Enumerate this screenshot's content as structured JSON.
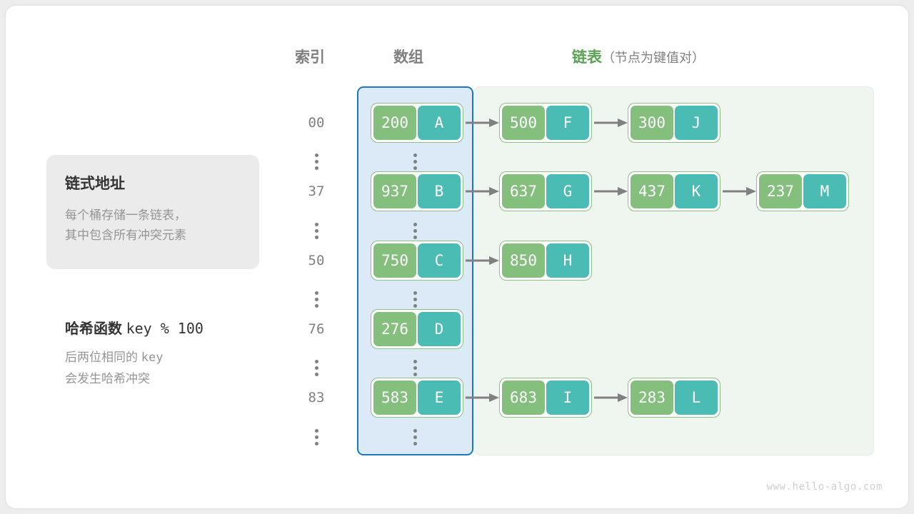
{
  "headers": {
    "index": "索引",
    "array": "数组",
    "list_main": "链表",
    "list_sub": "（节点为键值对）"
  },
  "note": {
    "title": "链式地址",
    "line1": "每个桶存储一条链表，",
    "line2": "其中包含所有冲突元素"
  },
  "hash": {
    "title_label": "哈希函数",
    "title_expr": "key % 100",
    "line1_a": "后两位相同的",
    "line1_b": "key",
    "line2": "会发生哈希冲突"
  },
  "colors": {
    "array_fill": "#dceaf7",
    "array_border": "#1b79c4",
    "list_fill": "#eff6ef",
    "node_border": "#8cc182",
    "key_fill": "#84bf7d",
    "value_fill": "#4bbcb4",
    "arrow": "#808080",
    "accent_green": "#5aa254",
    "muted_text": "#808080"
  },
  "buckets": [
    {
      "index": "00",
      "nodes": [
        {
          "key": "200",
          "value": "A"
        },
        {
          "key": "500",
          "value": "F"
        },
        {
          "key": "300",
          "value": "J"
        }
      ]
    },
    {
      "index": "37",
      "nodes": [
        {
          "key": "937",
          "value": "B"
        },
        {
          "key": "637",
          "value": "G"
        },
        {
          "key": "437",
          "value": "K"
        },
        {
          "key": "237",
          "value": "M"
        }
      ]
    },
    {
      "index": "50",
      "nodes": [
        {
          "key": "750",
          "value": "C"
        },
        {
          "key": "850",
          "value": "H"
        }
      ]
    },
    {
      "index": "76",
      "nodes": [
        {
          "key": "276",
          "value": "D"
        }
      ]
    },
    {
      "index": "83",
      "nodes": [
        {
          "key": "583",
          "value": "E"
        },
        {
          "key": "683",
          "value": "I"
        },
        {
          "key": "283",
          "value": "L"
        }
      ]
    }
  ],
  "ellipsis_glyph": "⋮",
  "watermark": "www.hello-algo.com"
}
